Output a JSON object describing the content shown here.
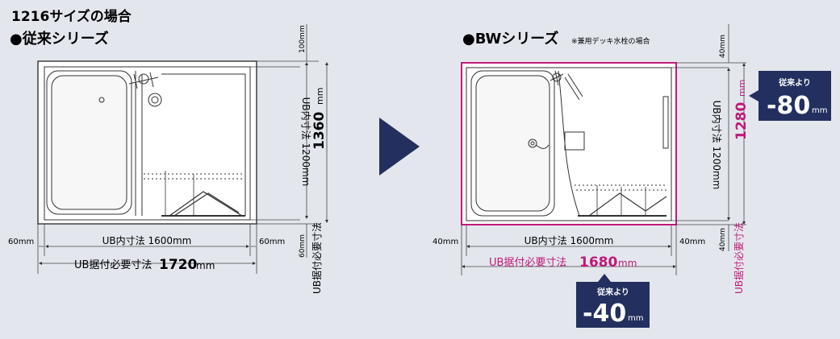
{
  "header": {
    "size_title": "1216サイズの場合",
    "conventional_title": "●従来シリーズ",
    "bw_title": "●BWシリーズ",
    "bw_note": "※兼用デッキ水栓の場合"
  },
  "conventional": {
    "inner_width": "UB内寸法 1600mm",
    "req_width_label": "UB据付必要寸法",
    "req_width_value": "1720",
    "req_width_unit": "mm",
    "inner_depth": "UB内寸法 1200mm",
    "req_depth_label": "UB据付必要寸法",
    "req_depth_value": "1360",
    "req_depth_unit": "mm",
    "margin_left": "60mm",
    "margin_right": "60mm",
    "margin_top": "100mm",
    "margin_bottom": "60mm"
  },
  "bw": {
    "inner_width": "UB内寸法 1600mm",
    "req_width_label": "UB据付必要寸法",
    "req_width_value": "1680",
    "req_width_unit": "mm",
    "inner_depth": "UB内寸法 1200mm",
    "req_depth_label": "UB据付必要寸法",
    "req_depth_value": "1280",
    "req_depth_unit": "mm",
    "margin_left": "40mm",
    "margin_right": "40mm",
    "margin_top": "40mm",
    "margin_bottom": "40mm",
    "badge_depth": {
      "label": "従来より",
      "value": "-80",
      "unit": "mm"
    },
    "badge_width": {
      "label": "従来より",
      "value": "-40",
      "unit": "mm"
    }
  },
  "colors": {
    "navy": "#23305f",
    "magenta": "#c2187a",
    "outline": "#333333"
  }
}
